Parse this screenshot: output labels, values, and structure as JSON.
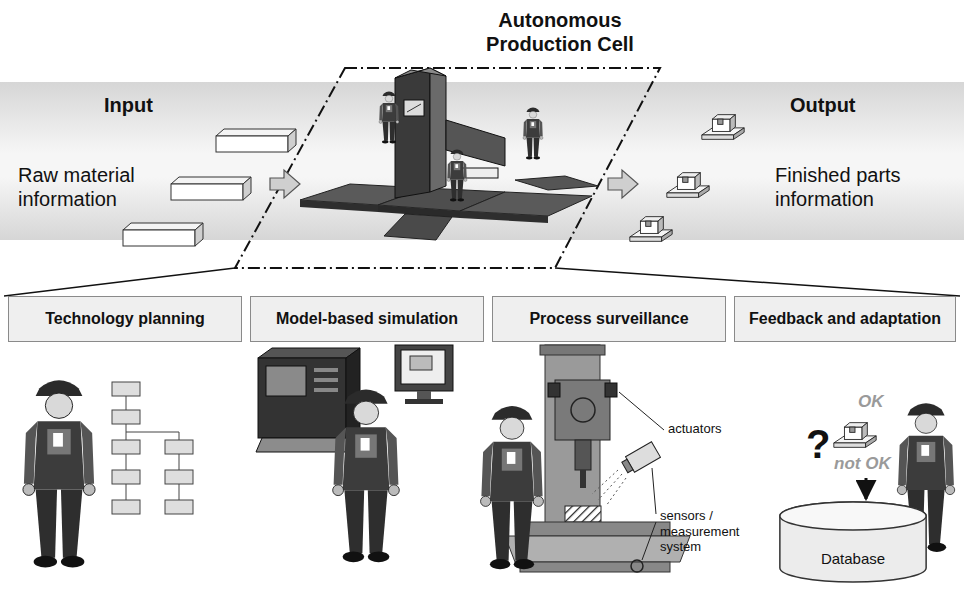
{
  "diagram": {
    "title": "Autonomous Production Cell",
    "nodes": [
      {
        "text": [
          "Technology planning"
        ]
      },
      {
        "text": [
          "Model-based simulation"
        ]
      },
      {
        "text": [
          "Process surveillance"
        ]
      },
      {
        "text": [
          "Feedback and adaptation"
        ]
      },
      {
        "text": [
          "Database"
        ]
      }
    ],
    "labels": [
      "Input",
      "Raw material information",
      "Output",
      "Finished parts information",
      "actuators",
      "sensors / measurement system",
      "OK",
      "?",
      "not OK"
    ]
  }
}
